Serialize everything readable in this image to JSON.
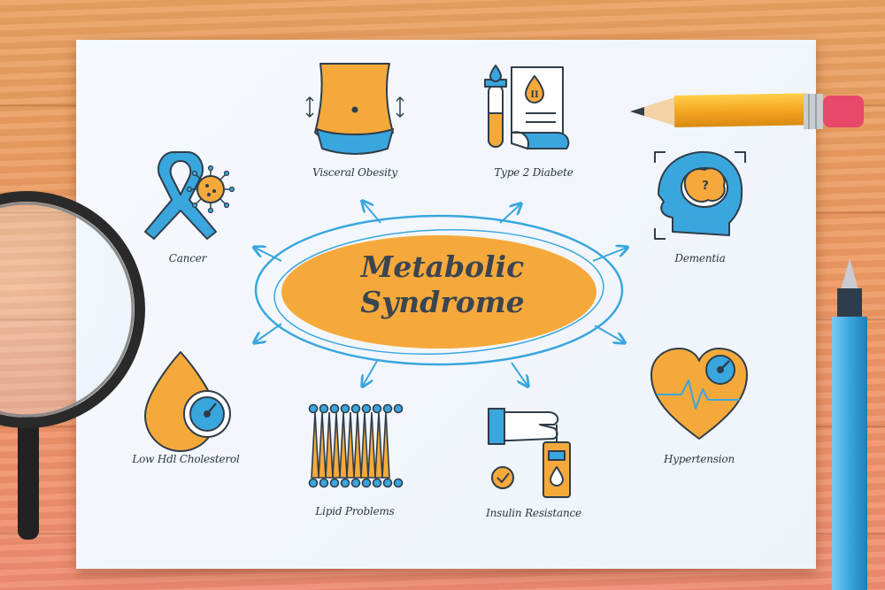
{
  "center": {
    "line1": "Metabolic",
    "line2": "Syndrome"
  },
  "nodes": [
    {
      "id": "visceral-obesity",
      "label": "Visceral Obesity",
      "icon": "belly-icon"
    },
    {
      "id": "type-2-diabete",
      "label": "Type 2 Diabete",
      "icon": "blood-test-document-icon",
      "icon_text": "II"
    },
    {
      "id": "dementia",
      "label": "Dementia",
      "icon": "head-brain-question-icon",
      "icon_text": "?"
    },
    {
      "id": "hypertension",
      "label": "Hypertension",
      "icon": "heart-pressure-gauge-icon"
    },
    {
      "id": "insulin-resistance",
      "label": "Insulin Resistance",
      "icon": "hand-insulin-pen-icon"
    },
    {
      "id": "lipid-problems",
      "label": "Lipid Problems",
      "icon": "lipid-bilayer-icon"
    },
    {
      "id": "low-hdl-cholesterol",
      "label": "Low Hdl Cholesterol",
      "icon": "drop-gauge-icon"
    },
    {
      "id": "cancer",
      "label": "Cancer",
      "icon": "ribbon-virus-icon"
    }
  ],
  "colors": {
    "accent_orange": "#f6a93b",
    "accent_blue": "#3aa6de",
    "outline": "#2f3d4a",
    "paper": "#f3f7fc"
  }
}
